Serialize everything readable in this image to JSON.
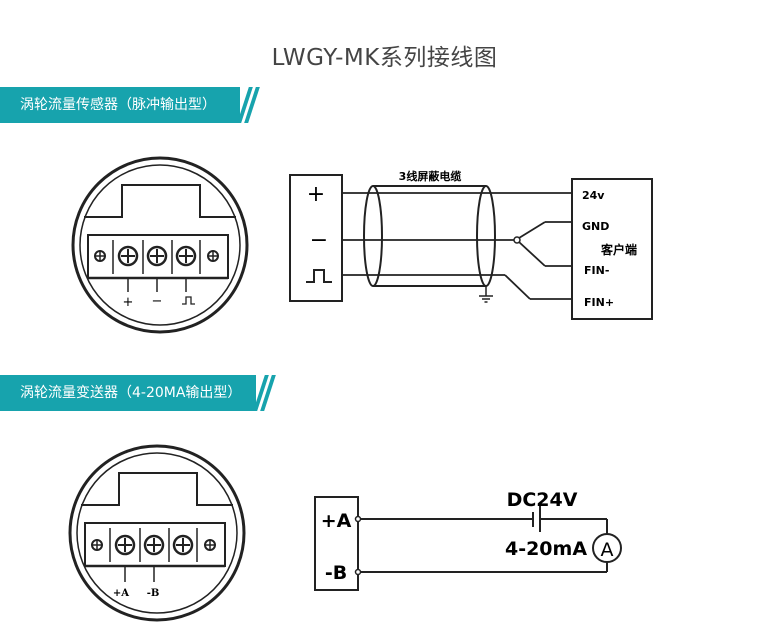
{
  "page": {
    "title": "LWGY-MK系列接线图"
  },
  "section1": {
    "title": "涡轮流量传感器（脉冲输出型）",
    "terminal_labels": [
      "+",
      "−",
      "⎍"
    ],
    "cable_label": "3线屏蔽电缆",
    "left_box": [
      "+",
      "−",
      "⎍"
    ],
    "client_box": {
      "title": "客户端",
      "terminals": [
        "24v",
        "GND",
        "FIN-",
        "FIN+"
      ]
    }
  },
  "section2": {
    "title": "涡轮流量变送器（4-20MA输出型）",
    "terminal_labels": [
      "+A",
      "-B"
    ],
    "box_labels": [
      "+A",
      "-B"
    ],
    "supply_label": "DC24V",
    "meter_label": "4-20mA",
    "meter_symbol": "A"
  },
  "colors": {
    "banner": "#17a3ad",
    "line": "#222222",
    "title": "#444444"
  }
}
